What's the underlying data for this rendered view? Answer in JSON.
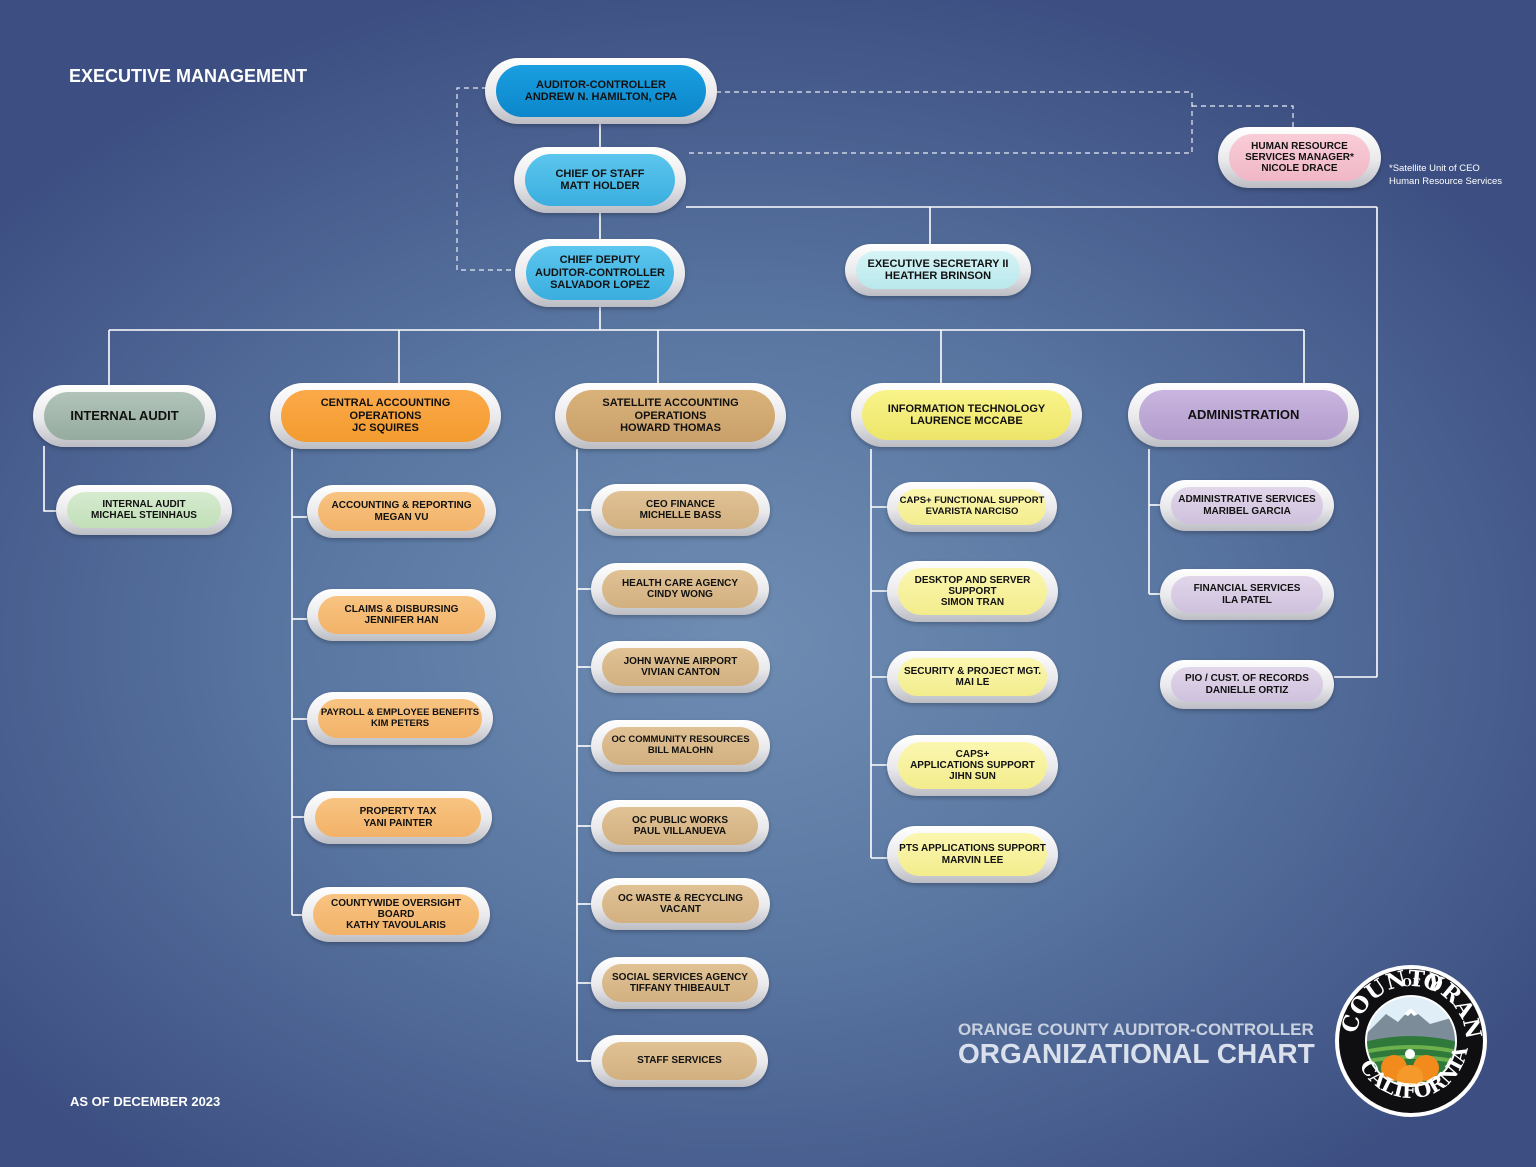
{
  "header": {
    "title": "EXECUTIVE MANAGEMENT"
  },
  "footer": {
    "as_of": "AS OF DECEMBER 2023",
    "org_subtitle": "ORANGE COUNTY AUDITOR-CONTROLLER",
    "org_title": "ORGANIZATIONAL CHART"
  },
  "seal": {
    "top_text": "COUNTY",
    "of_text": "OF",
    "right_text": "ORANGE",
    "bottom_text": "CALIFORNIA"
  },
  "footnote": "*Satellite Unit of CEO\nHuman Resource Services",
  "executives": {
    "auditor_controller": "AUDITOR-CONTROLLER\nANDREW N. HAMILTON, CPA",
    "chief_of_staff": "CHIEF OF STAFF\nMATT HOLDER",
    "chief_deputy": "CHIEF DEPUTY\nAUDITOR-CONTROLLER\nSALVADOR LOPEZ",
    "executive_secretary": "EXECUTIVE SECRETARY II\nHEATHER BRINSON",
    "hr_manager": "HUMAN RESOURCE\nSERVICES MANAGER*\nNICOLE DRACE"
  },
  "divisions": {
    "internal_audit": {
      "head": "INTERNAL AUDIT",
      "units": [
        "INTERNAL AUDIT\nMICHAEL STEINHAUS"
      ]
    },
    "central_accounting": {
      "head": "CENTRAL ACCOUNTING\nOPERATIONS\nJC SQUIRES",
      "units": [
        "ACCOUNTING & REPORTING\nMEGAN VU",
        "CLAIMS & DISBURSING\nJENNIFER HAN",
        "PAYROLL & EMPLOYEE BENEFITS\nKIM PETERS",
        "PROPERTY TAX\nYANI PAINTER",
        "COUNTYWIDE OVERSIGHT\nBOARD\nKATHY TAVOULARIS"
      ]
    },
    "satellite_accounting": {
      "head": "SATELLITE ACCOUNTING\nOPERATIONS\nHOWARD THOMAS",
      "units": [
        "CEO FINANCE\nMICHELLE BASS",
        "HEALTH CARE AGENCY\nCINDY WONG",
        "JOHN WAYNE AIRPORT\nVIVIAN CANTON",
        "OC COMMUNITY RESOURCES\nBILL MALOHN",
        "OC PUBLIC WORKS\nPAUL VILLANUEVA",
        "OC WASTE & RECYCLING\nVACANT",
        "SOCIAL SERVICES AGENCY\nTIFFANY THIBEAULT",
        "STAFF SERVICES"
      ]
    },
    "information_technology": {
      "head": "INFORMATION TECHNOLOGY\nLAURENCE MCCABE",
      "units": [
        "CAPS+ FUNCTIONAL SUPPORT\nEVARISTA NARCISO",
        "DESKTOP AND SERVER\nSUPPORT\nSIMON TRAN",
        "SECURITY &  PROJECT  MGT.\nMAI LE",
        "CAPS+\nAPPLICATIONS SUPPORT\nJIHN SUN",
        "PTS APPLICATIONS SUPPORT\nMARVIN LEE"
      ]
    },
    "administration": {
      "head": "ADMINISTRATION",
      "units": [
        "ADMINISTRATIVE SERVICES\nMARIBEL GARCIA",
        "FINANCIAL SERVICES\nILA PATEL",
        "PIO / CUST. OF RECORDS\nDANIELLE ORTIZ"
      ]
    }
  }
}
